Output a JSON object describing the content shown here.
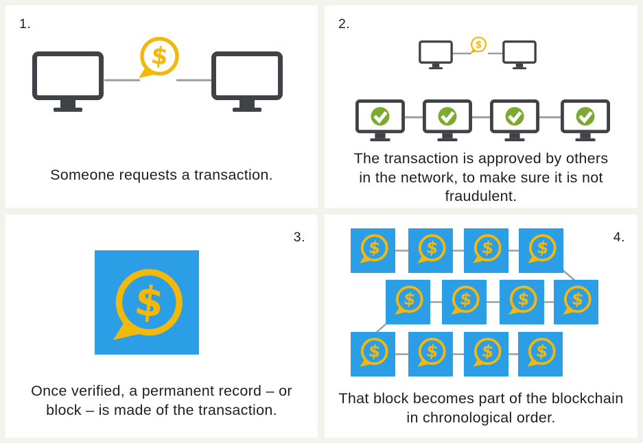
{
  "colors": {
    "cream": "#F4F2EC",
    "panel": "#FFFFFF",
    "gold": "#F2B80C",
    "blue": "#2B9EE5",
    "green": "#7CA930",
    "monitor": "#3F4347",
    "link": "#9A9EA2",
    "ink": "#1E1E1E"
  },
  "icons": {
    "dollar_bubble": "dollar-speech-bubble-icon",
    "monitor": "computer-monitor-icon",
    "approved_monitor": "monitor-with-green-checkmark-icon",
    "block": "blockchain-block-icon",
    "connector": "network-link-line"
  },
  "panels": [
    {
      "number": "1.",
      "caption": [
        "Someone requests a transaction."
      ]
    },
    {
      "number": "2.",
      "caption": [
        "The transaction is approved by others",
        "in the network, to make sure it is not",
        "fraudulent."
      ]
    },
    {
      "number": "3.",
      "caption": [
        "Once verified, a permanent record – or",
        "block – is made of the transaction."
      ]
    },
    {
      "number": "4.",
      "caption": [
        "That block becomes part of the blockchain",
        "in chronological order."
      ]
    }
  ],
  "dollar_symbol": "$"
}
